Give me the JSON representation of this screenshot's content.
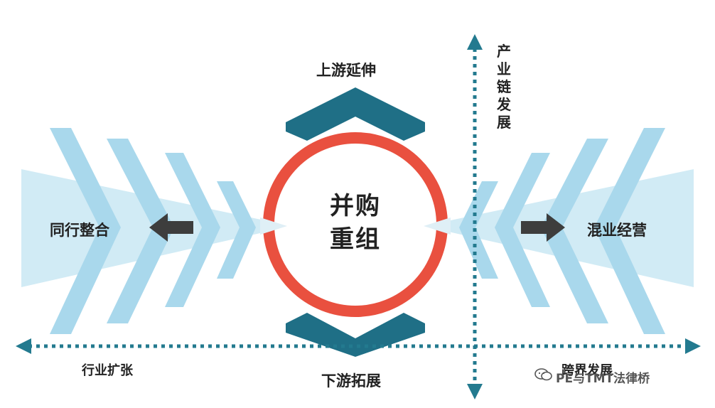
{
  "diagram": {
    "center_line1": "并购",
    "center_line2": "重组",
    "top_label": "上游延伸",
    "bottom_label": "下游拓展",
    "left_label": "同行整合",
    "right_label": "混业经营",
    "vertical_axis_label": "产业链发展",
    "horizontal_left_label": "行业扩张",
    "horizontal_right_label": "跨界发展"
  },
  "watermark": {
    "text": "PE与TMT法律桥"
  },
  "colors": {
    "navy": "#1f6f86",
    "light_blue": "#a9d8ec",
    "lighter_blue": "#c9e7f3",
    "ring_red": "#e9503f",
    "arrow_gray": "#3d3d3d",
    "dotted": "#237a8f"
  }
}
